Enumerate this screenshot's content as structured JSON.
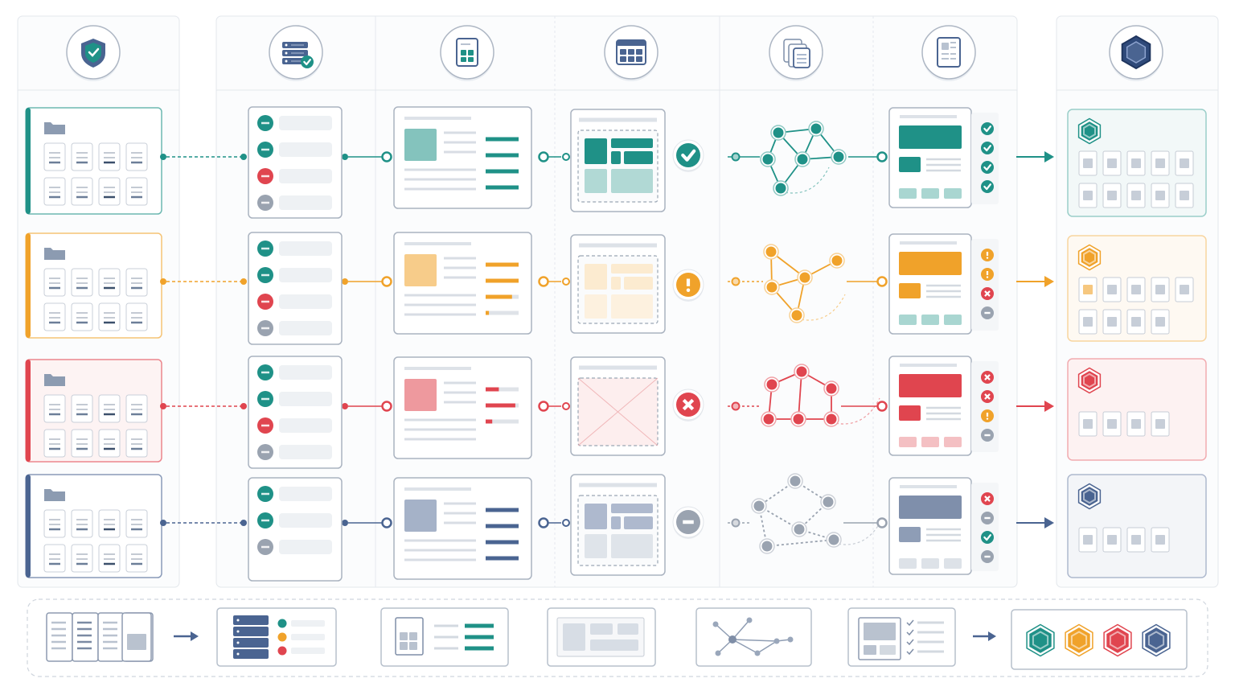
{
  "palette": {
    "teal": "#1f9187",
    "amber": "#f0a22a",
    "red": "#e0454f",
    "slate": "#4a6491",
    "gray": "#9aa3b0",
    "line": "#dfe3e8"
  },
  "stages": [
    {
      "key": "source",
      "icon": "shield-check-icon"
    },
    {
      "key": "validation",
      "icon": "server-check-icon"
    },
    {
      "key": "extraction",
      "icon": "document-icon"
    },
    {
      "key": "layout",
      "icon": "grid-window-icon"
    },
    {
      "key": "reconciliation",
      "icon": "copy-documents-icon"
    },
    {
      "key": "review",
      "icon": "checklist-document-icon"
    },
    {
      "key": "output",
      "icon": "hexagon-icon"
    }
  ],
  "rows": [
    {
      "status": "success",
      "color": "teal",
      "validation_dots": [
        "teal",
        "teal",
        "red",
        "gray"
      ],
      "extraction_fill": [
        1,
        1,
        1,
        1
      ],
      "layout_style": "solid",
      "verdict_icon": "check-circle-icon",
      "network_color": "teal",
      "review_checks": [
        "check",
        "check",
        "check",
        "check"
      ],
      "output_tiles": 10,
      "output_tile_highlight": 0
    },
    {
      "status": "warning",
      "color": "amber",
      "validation_dots": [
        "teal",
        "teal",
        "red",
        "gray"
      ],
      "extraction_fill": [
        1,
        1,
        0.8,
        0.1
      ],
      "layout_style": "faded",
      "verdict_icon": "exclamation-circle-icon",
      "network_color": "amber",
      "review_checks": [
        "warning",
        "warning",
        "cross",
        "minus"
      ],
      "output_tiles": 9,
      "output_tile_highlight": 1
    },
    {
      "status": "error",
      "color": "red",
      "validation_dots": [
        "teal",
        "teal",
        "red",
        "gray"
      ],
      "extraction_fill": [
        0.4,
        0.9,
        0.2
      ],
      "layout_style": "broken",
      "verdict_icon": "x-circle-icon",
      "network_color": "red",
      "review_checks": [
        "cross",
        "cross",
        "warning",
        "minus"
      ],
      "output_tiles": 4,
      "output_tile_highlight": 0
    },
    {
      "status": "neutral",
      "color": "slate",
      "validation_dots": [
        "teal",
        "teal",
        "gray"
      ],
      "extraction_fill": [
        1,
        1,
        1,
        1
      ],
      "layout_style": "muted",
      "verdict_icon": "minus-circle-icon",
      "network_color": "gray",
      "review_checks": [
        "cross",
        "minus",
        "check",
        "minus"
      ],
      "output_tiles": 4,
      "output_tile_highlight": 0
    }
  ],
  "legend": {
    "items": [
      "stacked-documents-icon",
      "server-status-icon",
      "extracted-document-icon",
      "layout-grid-icon",
      "network-icon",
      "review-list-icon",
      "hexagon-set-icon"
    ],
    "hex_colors": [
      "teal",
      "amber",
      "red",
      "slate"
    ]
  }
}
